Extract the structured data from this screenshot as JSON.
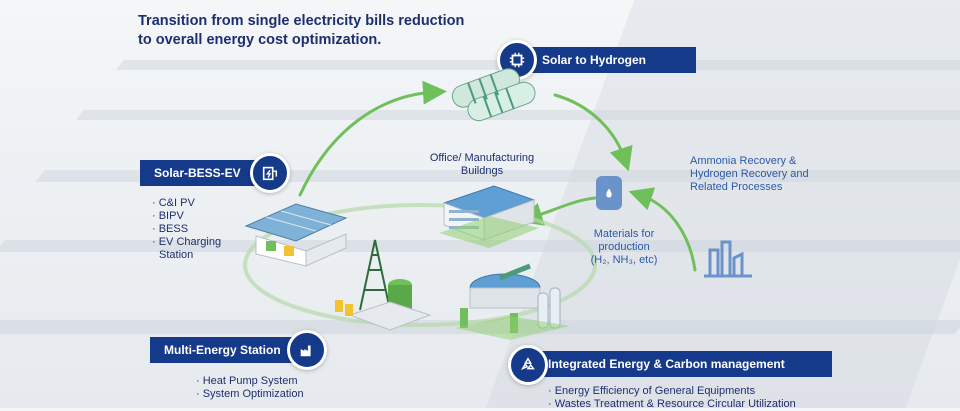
{
  "headline": {
    "line1": "Transition from single electricity bills reduction",
    "line2": "to overall energy cost optimization."
  },
  "solar_to_hydrogen": {
    "label": "Solar to Hydrogen"
  },
  "solar_bess_ev": {
    "label": "Solar-BESS-EV",
    "items": [
      "· C&I PV",
      "· BIPV",
      "· BESS",
      "· EV Charging",
      "Station"
    ]
  },
  "office": {
    "line1": "Office/ Manufacturing",
    "line2": "Buildngs"
  },
  "ammonia": {
    "line1": "Ammonia Recovery &",
    "line2": "Hydrogen Recovery and",
    "line3": "Related Processes"
  },
  "materials": {
    "line1": "Materials for",
    "line2": "production",
    "line3": "(H₂, NH₃, etc)"
  },
  "multi_energy": {
    "label": "Multi-Energy Station",
    "items": [
      "· Heat Pump System",
      "· System Optimization"
    ]
  },
  "integrated": {
    "label": "Integrated Energy & Carbon management",
    "items": [
      "· Energy Efficiency of General Equipments",
      "· Wastes Treatment & Resource Circular Utilization"
    ]
  },
  "colors": {
    "navy": "#163a8a",
    "green": "#6fbf5a",
    "text_blue": "#2b5aa8"
  },
  "icons": [
    "solar-panel-icon",
    "battery-ev-icon",
    "factory-icon",
    "recycle-icon",
    "tank-icon",
    "plant-icon"
  ]
}
